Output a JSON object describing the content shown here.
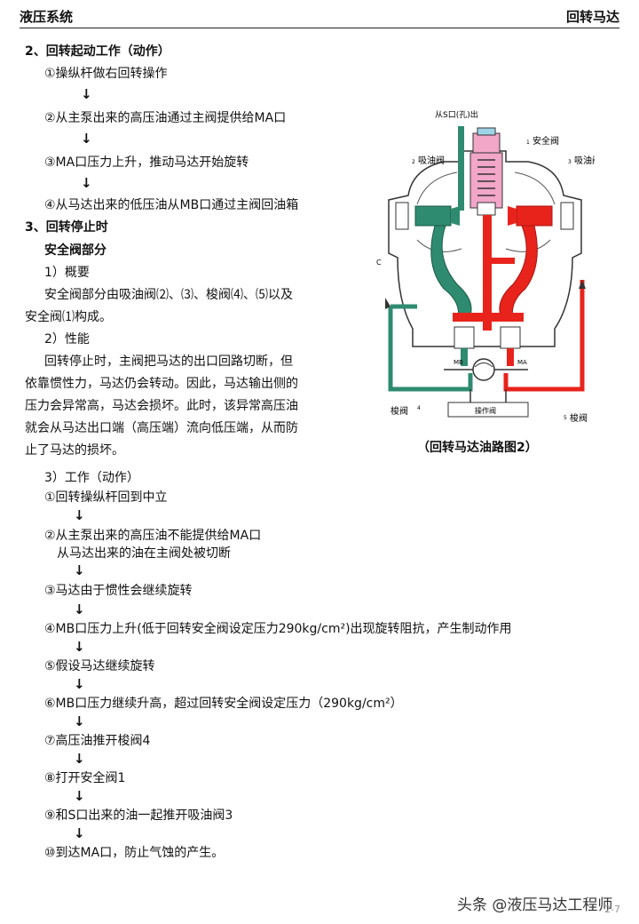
{
  "header": {
    "left": "液压系统",
    "right": "回转马达"
  },
  "section2": {
    "title": "2、回转起动工作（动作）",
    "steps": [
      "①操纵杆做右回转操作",
      "②从主泵出来的高压油通过主阀提供给MA口",
      "③MA口压力上升，推动马达开始旋转",
      "④从马达出来的低压油从MB口通过主阀回油箱"
    ]
  },
  "section3": {
    "title": "3、回转停止时",
    "subtitle": "安全阀部分",
    "p1_heading": "1）概要",
    "p1_text": [
      "安全阀部分由吸油阀⑵、⑶、梭阀⑷、⑸以及",
      "安全阀⑴构成。"
    ],
    "p2_heading": "2）性能",
    "p2_text": [
      "回转停止时，主阀把马达的出口回路切断，但",
      "依靠惯性力，马达仍会转动。因此，马达输出侧的",
      "压力会异常高，马达会损坏。此时，该异常高压油",
      "就会从马达出口端（高压端）流向低压端，从而防",
      "止了马达的损坏。"
    ],
    "p3_heading": "3）工作（动作）",
    "steps": [
      "①回转操纵杆回到中立",
      "②从主泵出来的高压油不能提供给MA口",
      "从马达出来的油在主阀处被切断",
      "③马达由于惯性会继续旋转",
      "④MB口压力上升(低于回转安全阀设定压力290kg/cm²)出现旋转阻抗，产生制动作用",
      "⑤假设马达继续旋转",
      "⑥MB口压力继续升高，超过回转安全阀设定压力（290kg/cm²）",
      "⑦高压油推开梭阀4",
      "⑧打开安全阀1",
      "⑨和S口出来的油一起推开吸油阀3",
      "⑩到达MA口，防止气蚀的产生。"
    ]
  },
  "arrow": "↓",
  "diagram": {
    "label_s_port": "从S口(孔)出",
    "label_safety": "安全阀",
    "num_safety": "1",
    "label_suction_left": "吸油阀",
    "num_suction_left": "2",
    "label_suction_right": "吸油阀",
    "num_suction_right": "3",
    "label_c": "C",
    "label_mb": "MB",
    "label_ma": "MA",
    "label_shuttle_left": "梭阀",
    "num_shuttle_left": "4",
    "label_shuttle_right": "梭阀",
    "num_shuttle_right": "5",
    "label_control_valve": "操作阀",
    "caption": "（回转马达油路图2）",
    "colors": {
      "high_pressure": "#e8231c",
      "low_pressure": "#2e8b70",
      "safety_valve": "#f2a6c8",
      "body": "#ffffff",
      "outline": "#333333"
    }
  },
  "watermark": "头条 @液压马达工程师",
  "page_number": "2-7"
}
